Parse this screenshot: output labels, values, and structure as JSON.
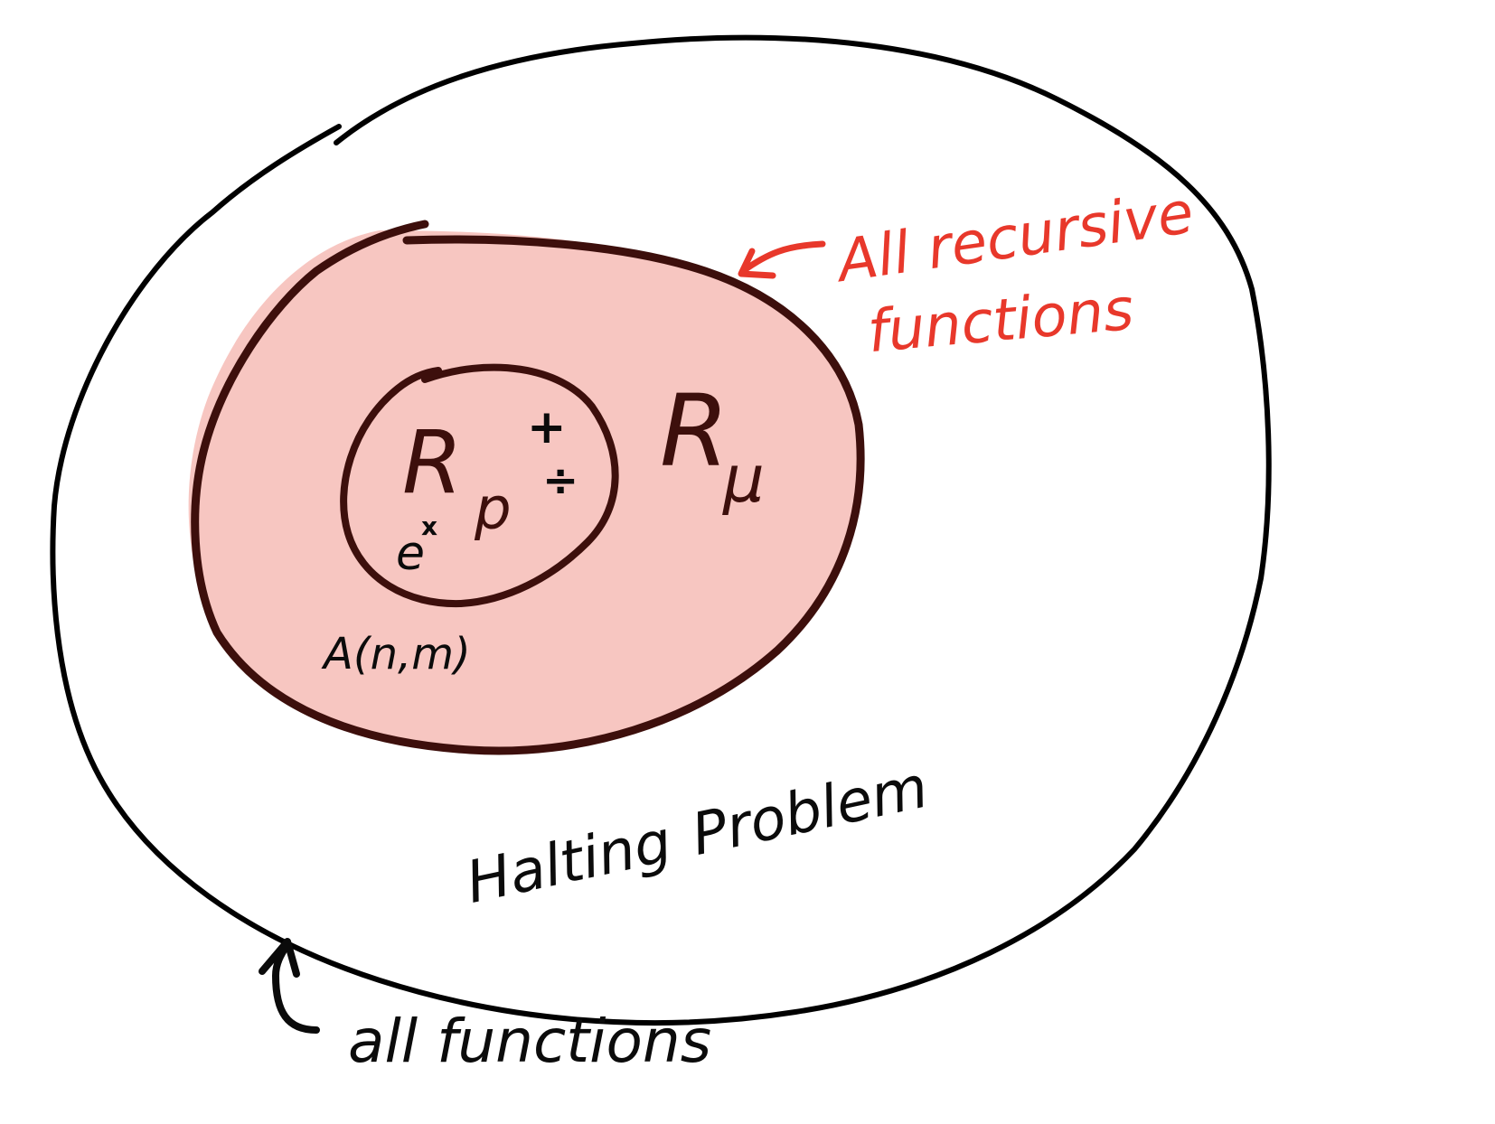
{
  "colors": {
    "background": "#ffffff",
    "outer_stroke": "#000000",
    "recursive_fill": "#f7c6c1",
    "recursive_stroke": "#3d0f0c",
    "annotation_red": "#e8382b",
    "ink_black": "#0b0b0b"
  },
  "regions": {
    "all_functions": {
      "label": "all functions",
      "arrow_icon": "curved-up-arrow-icon"
    },
    "recursive_functions": {
      "symbol": "R",
      "subscript": "μ",
      "annotation_line1": "All recursive",
      "annotation_line2": "functions",
      "arrow_icon": "curved-left-arrow-icon"
    },
    "primitive_recursive_functions": {
      "symbol": "R",
      "subscript": "p"
    }
  },
  "examples": {
    "plus": "+",
    "divide": "÷",
    "exp_base": "e",
    "exp_power": "x",
    "ackermann": "A(n,m)",
    "halting_line1": "Halting",
    "halting_line2": "Problem"
  }
}
